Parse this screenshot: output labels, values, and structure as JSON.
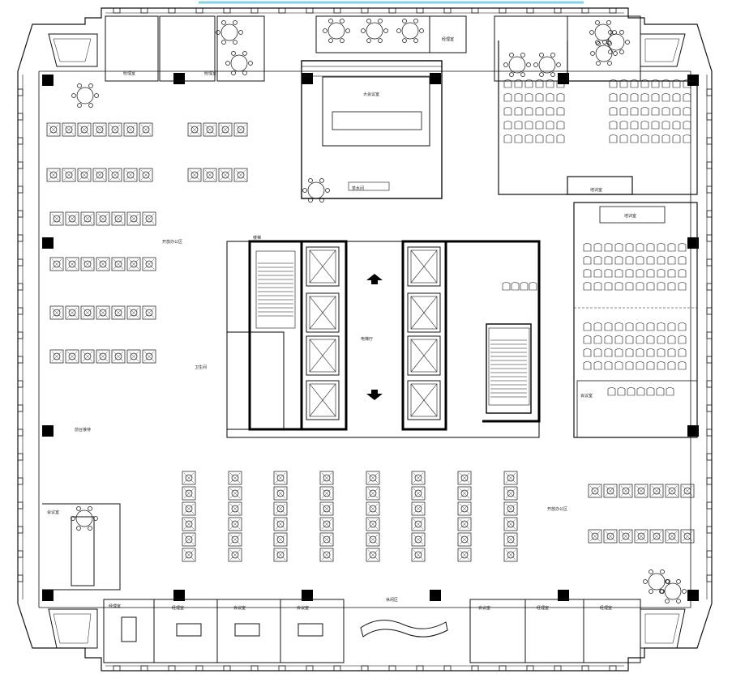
{
  "colors": {
    "line": "#111111",
    "wall": "#000000",
    "paper": "#ffffff",
    "accent": "#7fd3e6"
  },
  "labels": {
    "open_office_west": "开放办公区",
    "open_office_east": "开放办公区",
    "reception": "前台接待",
    "lounge": "休闲区",
    "boardroom": "大会议室",
    "training_top": "培训室",
    "training_bottom": "培训室",
    "meeting_sw": "会议室",
    "meeting_e": "会议室",
    "pantry": "茶水间",
    "office_1": "经理室",
    "office_2": "经理室",
    "office_3": "会议室",
    "office_4": "会议室",
    "office_5": "会议室",
    "office_6": "经理室",
    "office_7": "经理室",
    "office_8": "经理室",
    "office_n1": "经理室",
    "office_n2": "经理室",
    "restroom": "卫生间",
    "stair": "楼梯",
    "elevator_hall": "电梯厅"
  },
  "icons": {
    "up": "up-arrow-icon",
    "down": "down-arrow-icon",
    "elevator": "elevator-icon",
    "stair": "stair-icon",
    "desk": "desk-cluster-icon",
    "chair": "chair-icon",
    "table": "round-table-icon"
  }
}
